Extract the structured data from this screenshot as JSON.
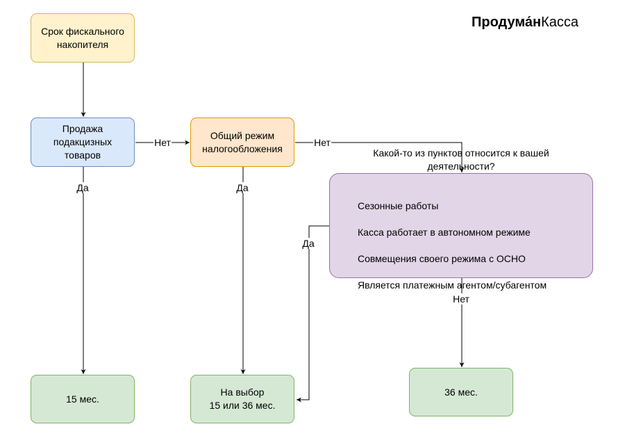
{
  "brand": {
    "bold": "Продума́н",
    "regular": "Касса"
  },
  "colors": {
    "yellow_fill": "#fff2cc",
    "yellow_stroke": "#d6b656",
    "blue_fill": "#dae8fc",
    "blue_stroke": "#6c8ebf",
    "orange_fill": "#ffe6cc",
    "orange_stroke": "#d79b00",
    "purple_fill": "#e1d5e7",
    "purple_stroke": "#9673a6",
    "green_fill": "#d5e8d4",
    "green_stroke": "#82b366",
    "edge": "#000000"
  },
  "nodes": {
    "start": "Срок фискального\nнакопителя",
    "excise": "Продажа\nподакцизных\nтоваров",
    "osno": "Общий режим\nналогообложения",
    "question": {
      "title": "Какой-то из пунктов относится к вашей деятельности?",
      "items": [
        "Сезонные работы",
        "Касса работает в автономном режиме",
        "Совмещения своего режима с ОСНО",
        "Является платежным агентом/субагентом"
      ]
    },
    "result_15": "15 мес.",
    "result_choice": "На выбор\n15 или 36 мес.",
    "result_36": "36 мес."
  },
  "edges": {
    "excise_no": "Нет",
    "excise_yes": "Да",
    "osno_no": "Нет",
    "osno_yes": "Да",
    "question_yes": "Да",
    "question_no": "Нет"
  }
}
